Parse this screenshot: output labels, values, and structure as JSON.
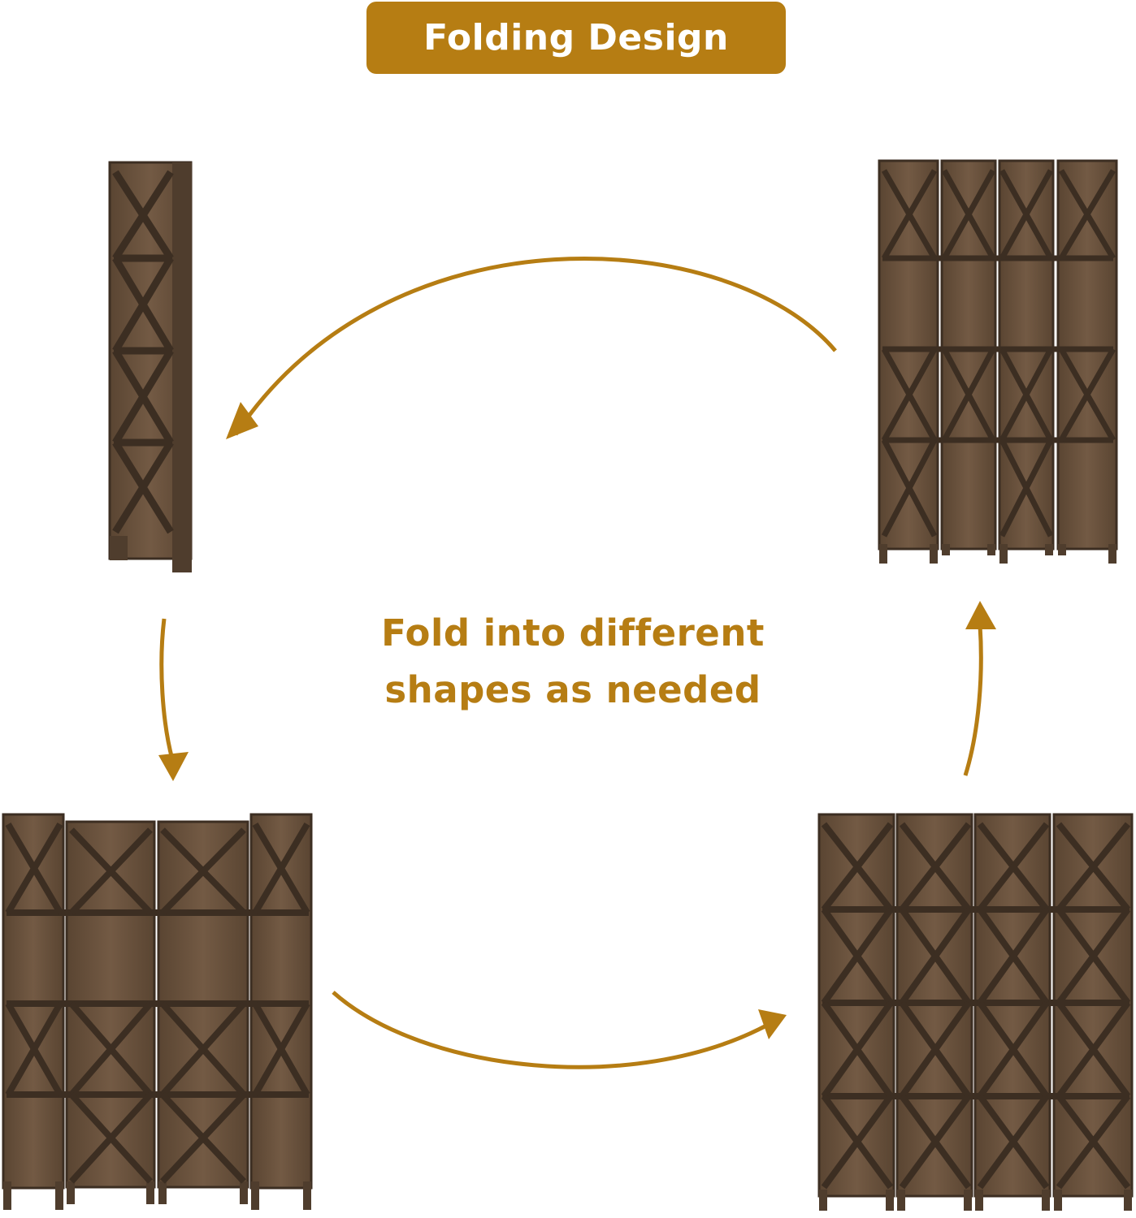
{
  "header": {
    "title": "Folding Design"
  },
  "caption": {
    "line1": "Fold into different",
    "line2": "shapes as needed"
  },
  "colors": {
    "accent": "#b67d13",
    "wood_dark": "#4a3a2c",
    "wood_mid": "#6b5440",
    "wood_light": "#8a7058"
  },
  "images": [
    {
      "name": "folded-screen-image",
      "panels": 4,
      "state": "fully folded"
    },
    {
      "name": "four-panel-open-image-top-right",
      "panels": 4,
      "state": "zigzag"
    },
    {
      "name": "four-panel-bent-image-bottom-left",
      "panels": 4,
      "state": "curved"
    },
    {
      "name": "four-panel-flat-image-bottom-right",
      "panels": 4,
      "state": "flat"
    }
  ]
}
